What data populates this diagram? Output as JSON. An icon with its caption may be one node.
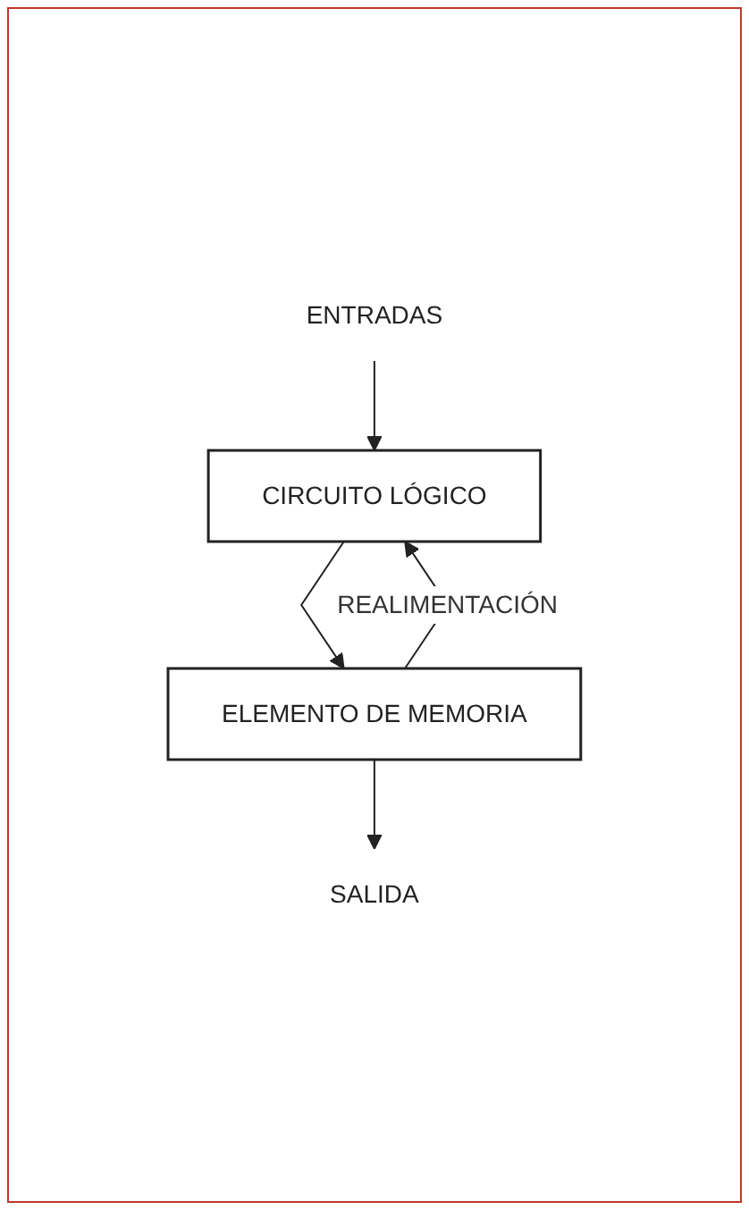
{
  "diagram": {
    "nodes": [
      {
        "text": [
          "ENTRADAS"
        ]
      },
      {
        "text": [
          "CIRCUITO LÓGICO"
        ]
      },
      {
        "text": [
          "ELEMENTO DE MEMORIA"
        ]
      },
      {
        "text": [
          "SALIDA"
        ]
      }
    ],
    "edges": [
      {
        "from": 0,
        "to": 1,
        "arrow": "to"
      },
      {
        "from": 1,
        "to": 2,
        "arrow": "to"
      },
      {
        "from": 2,
        "to": 3,
        "arrow": "to"
      },
      {
        "from": 2,
        "to": 1,
        "label": "REALIMENTACIÓN",
        "arrow": "to"
      }
    ]
  }
}
